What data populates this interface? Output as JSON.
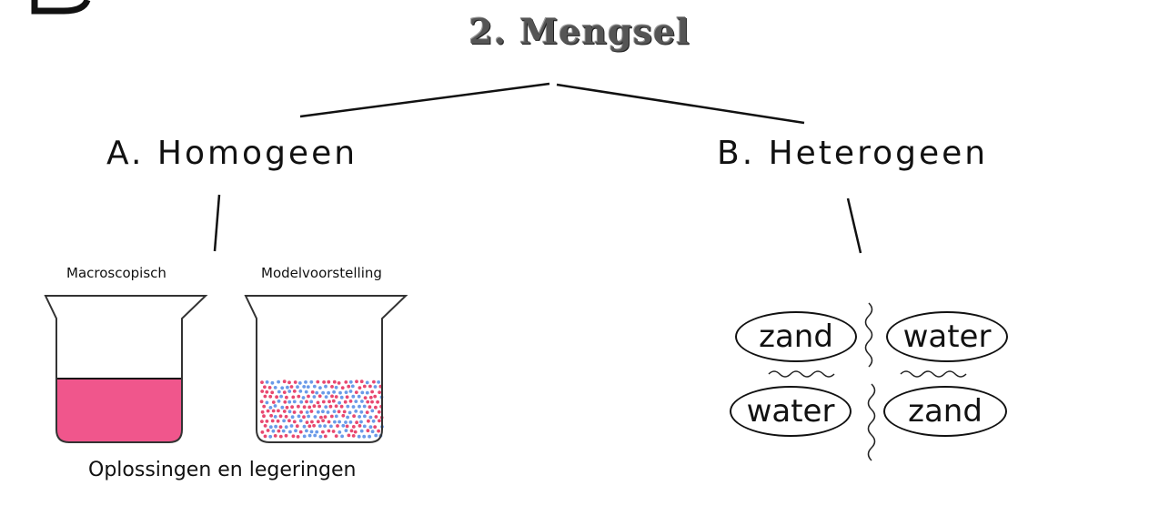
{
  "title": "2. Mengsel",
  "branch_a": {
    "label": "A. Homogeen"
  },
  "branch_b": {
    "label": "B. Heterogeen"
  },
  "homogeneous": {
    "macro_label": "Macroscopisch",
    "model_label": "Modelvoorstelling",
    "caption": "Oplossingen en legeringen",
    "liquid_color": "#f0568c",
    "particle_colors": [
      "#e84870",
      "#6a9ae8"
    ]
  },
  "heterogeneous": {
    "row1": {
      "left": "zand",
      "right": "water"
    },
    "row2": {
      "left": "water",
      "right": "zand"
    }
  }
}
